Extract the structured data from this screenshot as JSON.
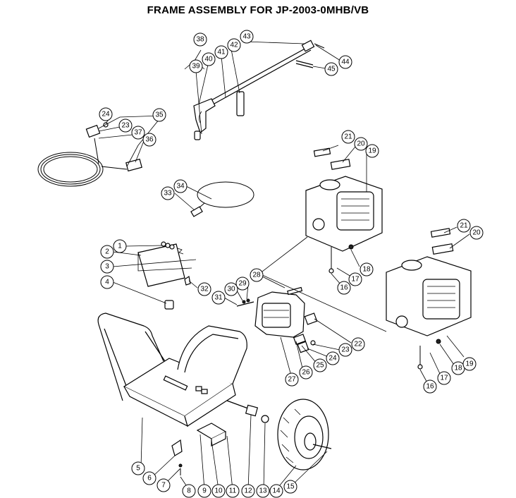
{
  "title": "FRAME ASSEMBLY FOR JP-2003-0MHB/VB",
  "callouts": [
    "1",
    "2",
    "3",
    "4",
    "5",
    "6",
    "7",
    "8",
    "9",
    "10",
    "11",
    "12",
    "13",
    "14",
    "15",
    "16",
    "17",
    "18",
    "19",
    "20",
    "21",
    "22",
    "23",
    "24",
    "25",
    "26",
    "27",
    "28",
    "29",
    "30",
    "31",
    "32",
    "33",
    "34",
    "35",
    "36",
    "37",
    "38",
    "39",
    "40",
    "41",
    "42",
    "43",
    "44",
    "45"
  ],
  "callouts_repeat": {
    "16": "16",
    "17": "17",
    "18": "18",
    "19": "19",
    "20": "20",
    "21": "21",
    "23": "23"
  }
}
